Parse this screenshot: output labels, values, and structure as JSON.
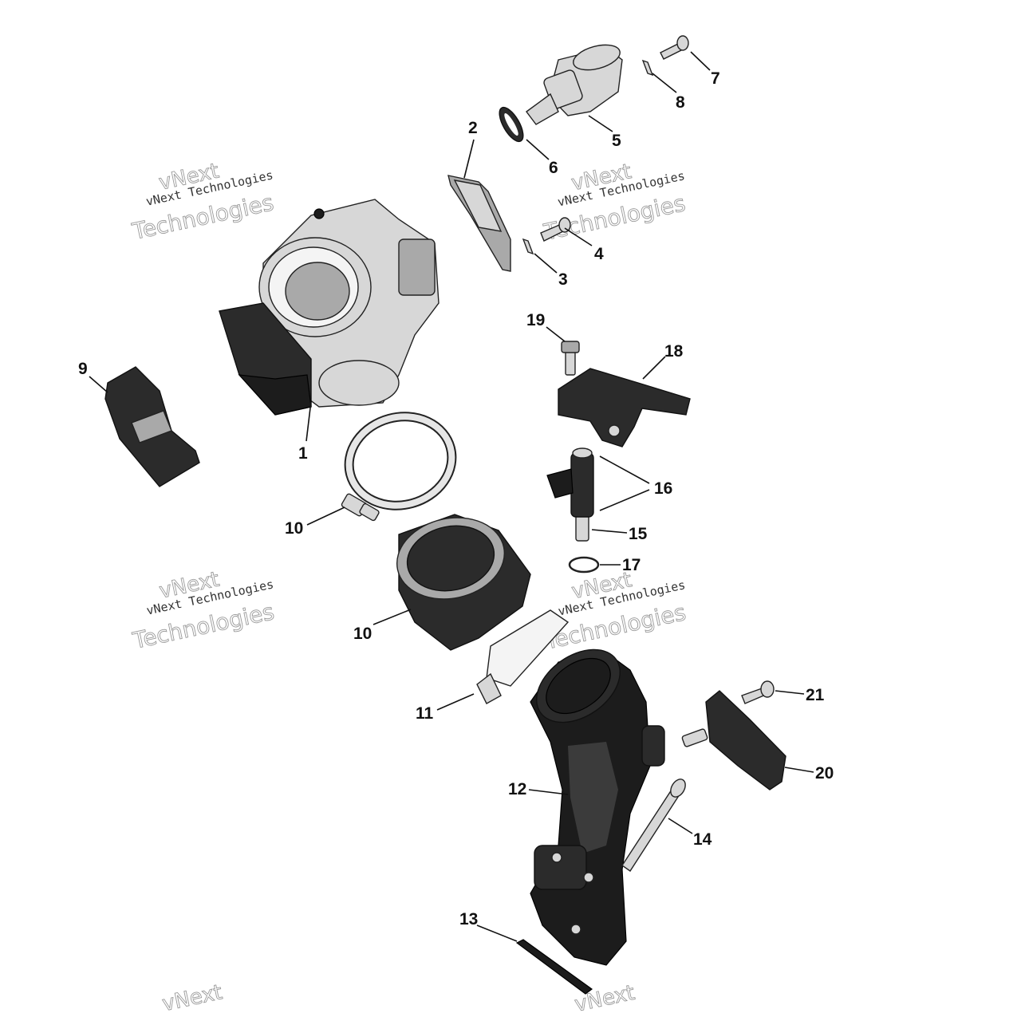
{
  "watermark": {
    "line1": "vNext",
    "line2": "vNext Technologies",
    "line3": "Technologies"
  },
  "callouts": [
    {
      "id": "c1",
      "label": "1"
    },
    {
      "id": "c2",
      "label": "2"
    },
    {
      "id": "c3",
      "label": "3"
    },
    {
      "id": "c4",
      "label": "4"
    },
    {
      "id": "c5",
      "label": "5"
    },
    {
      "id": "c6",
      "label": "6"
    },
    {
      "id": "c7",
      "label": "7"
    },
    {
      "id": "c8",
      "label": "8"
    },
    {
      "id": "c9",
      "label": "9"
    },
    {
      "id": "c10a",
      "label": "10"
    },
    {
      "id": "c10b",
      "label": "10"
    },
    {
      "id": "c11",
      "label": "11"
    },
    {
      "id": "c12",
      "label": "12"
    },
    {
      "id": "c13",
      "label": "13"
    },
    {
      "id": "c14",
      "label": "14"
    },
    {
      "id": "c15",
      "label": "15"
    },
    {
      "id": "c16",
      "label": "16"
    },
    {
      "id": "c17",
      "label": "17"
    },
    {
      "id": "c18",
      "label": "18"
    },
    {
      "id": "c19",
      "label": "19"
    },
    {
      "id": "c20",
      "label": "20"
    },
    {
      "id": "c21",
      "label": "21"
    }
  ]
}
